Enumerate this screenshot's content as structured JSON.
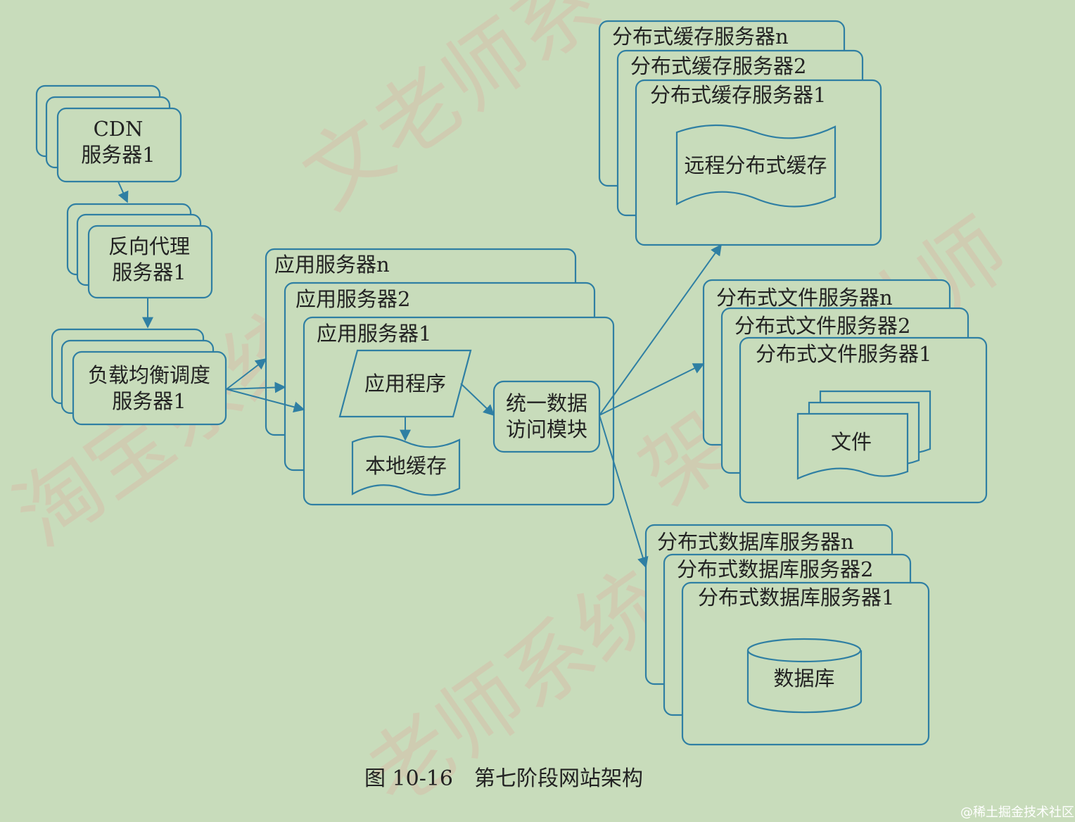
{
  "cdn": {
    "line1": "CDN",
    "line2": "服务器1"
  },
  "proxy": {
    "line1": "反向代理",
    "line2": "服务器1"
  },
  "lb": {
    "line1": "负载均衡调度",
    "line2": "服务器1"
  },
  "app": {
    "title_n": "应用服务器n",
    "title_2": "应用服务器2",
    "title_1": "应用服务器1",
    "program": "应用程序",
    "local_cache": "本地缓存",
    "uda_line1": "统一数据",
    "uda_line2": "访问模块"
  },
  "cache": {
    "title_n": "分布式缓存服务器n",
    "title_2": "分布式缓存服务器2",
    "title_1": "分布式缓存服务器1",
    "content": "远程分布式缓存"
  },
  "file": {
    "title_n": "分布式文件服务器n",
    "title_2": "分布式文件服务器2",
    "title_1": "分布式文件服务器1",
    "content": "文件"
  },
  "db": {
    "title_n": "分布式数据库服务器n",
    "title_2": "分布式数据库服务器2",
    "title_1": "分布式数据库服务器1",
    "content": "数据库"
  },
  "caption": "图 10-16　第七阶段网站架构",
  "watermarks": {
    "w1": "文老师系",
    "w2": "淘宝系统",
    "w3": "架构设计师",
    "w4": "老师系统"
  },
  "logo": "@稀土掘金技术社区",
  "colors": {
    "background": "#c8dcbb",
    "stroke": "#2f7fa3"
  }
}
